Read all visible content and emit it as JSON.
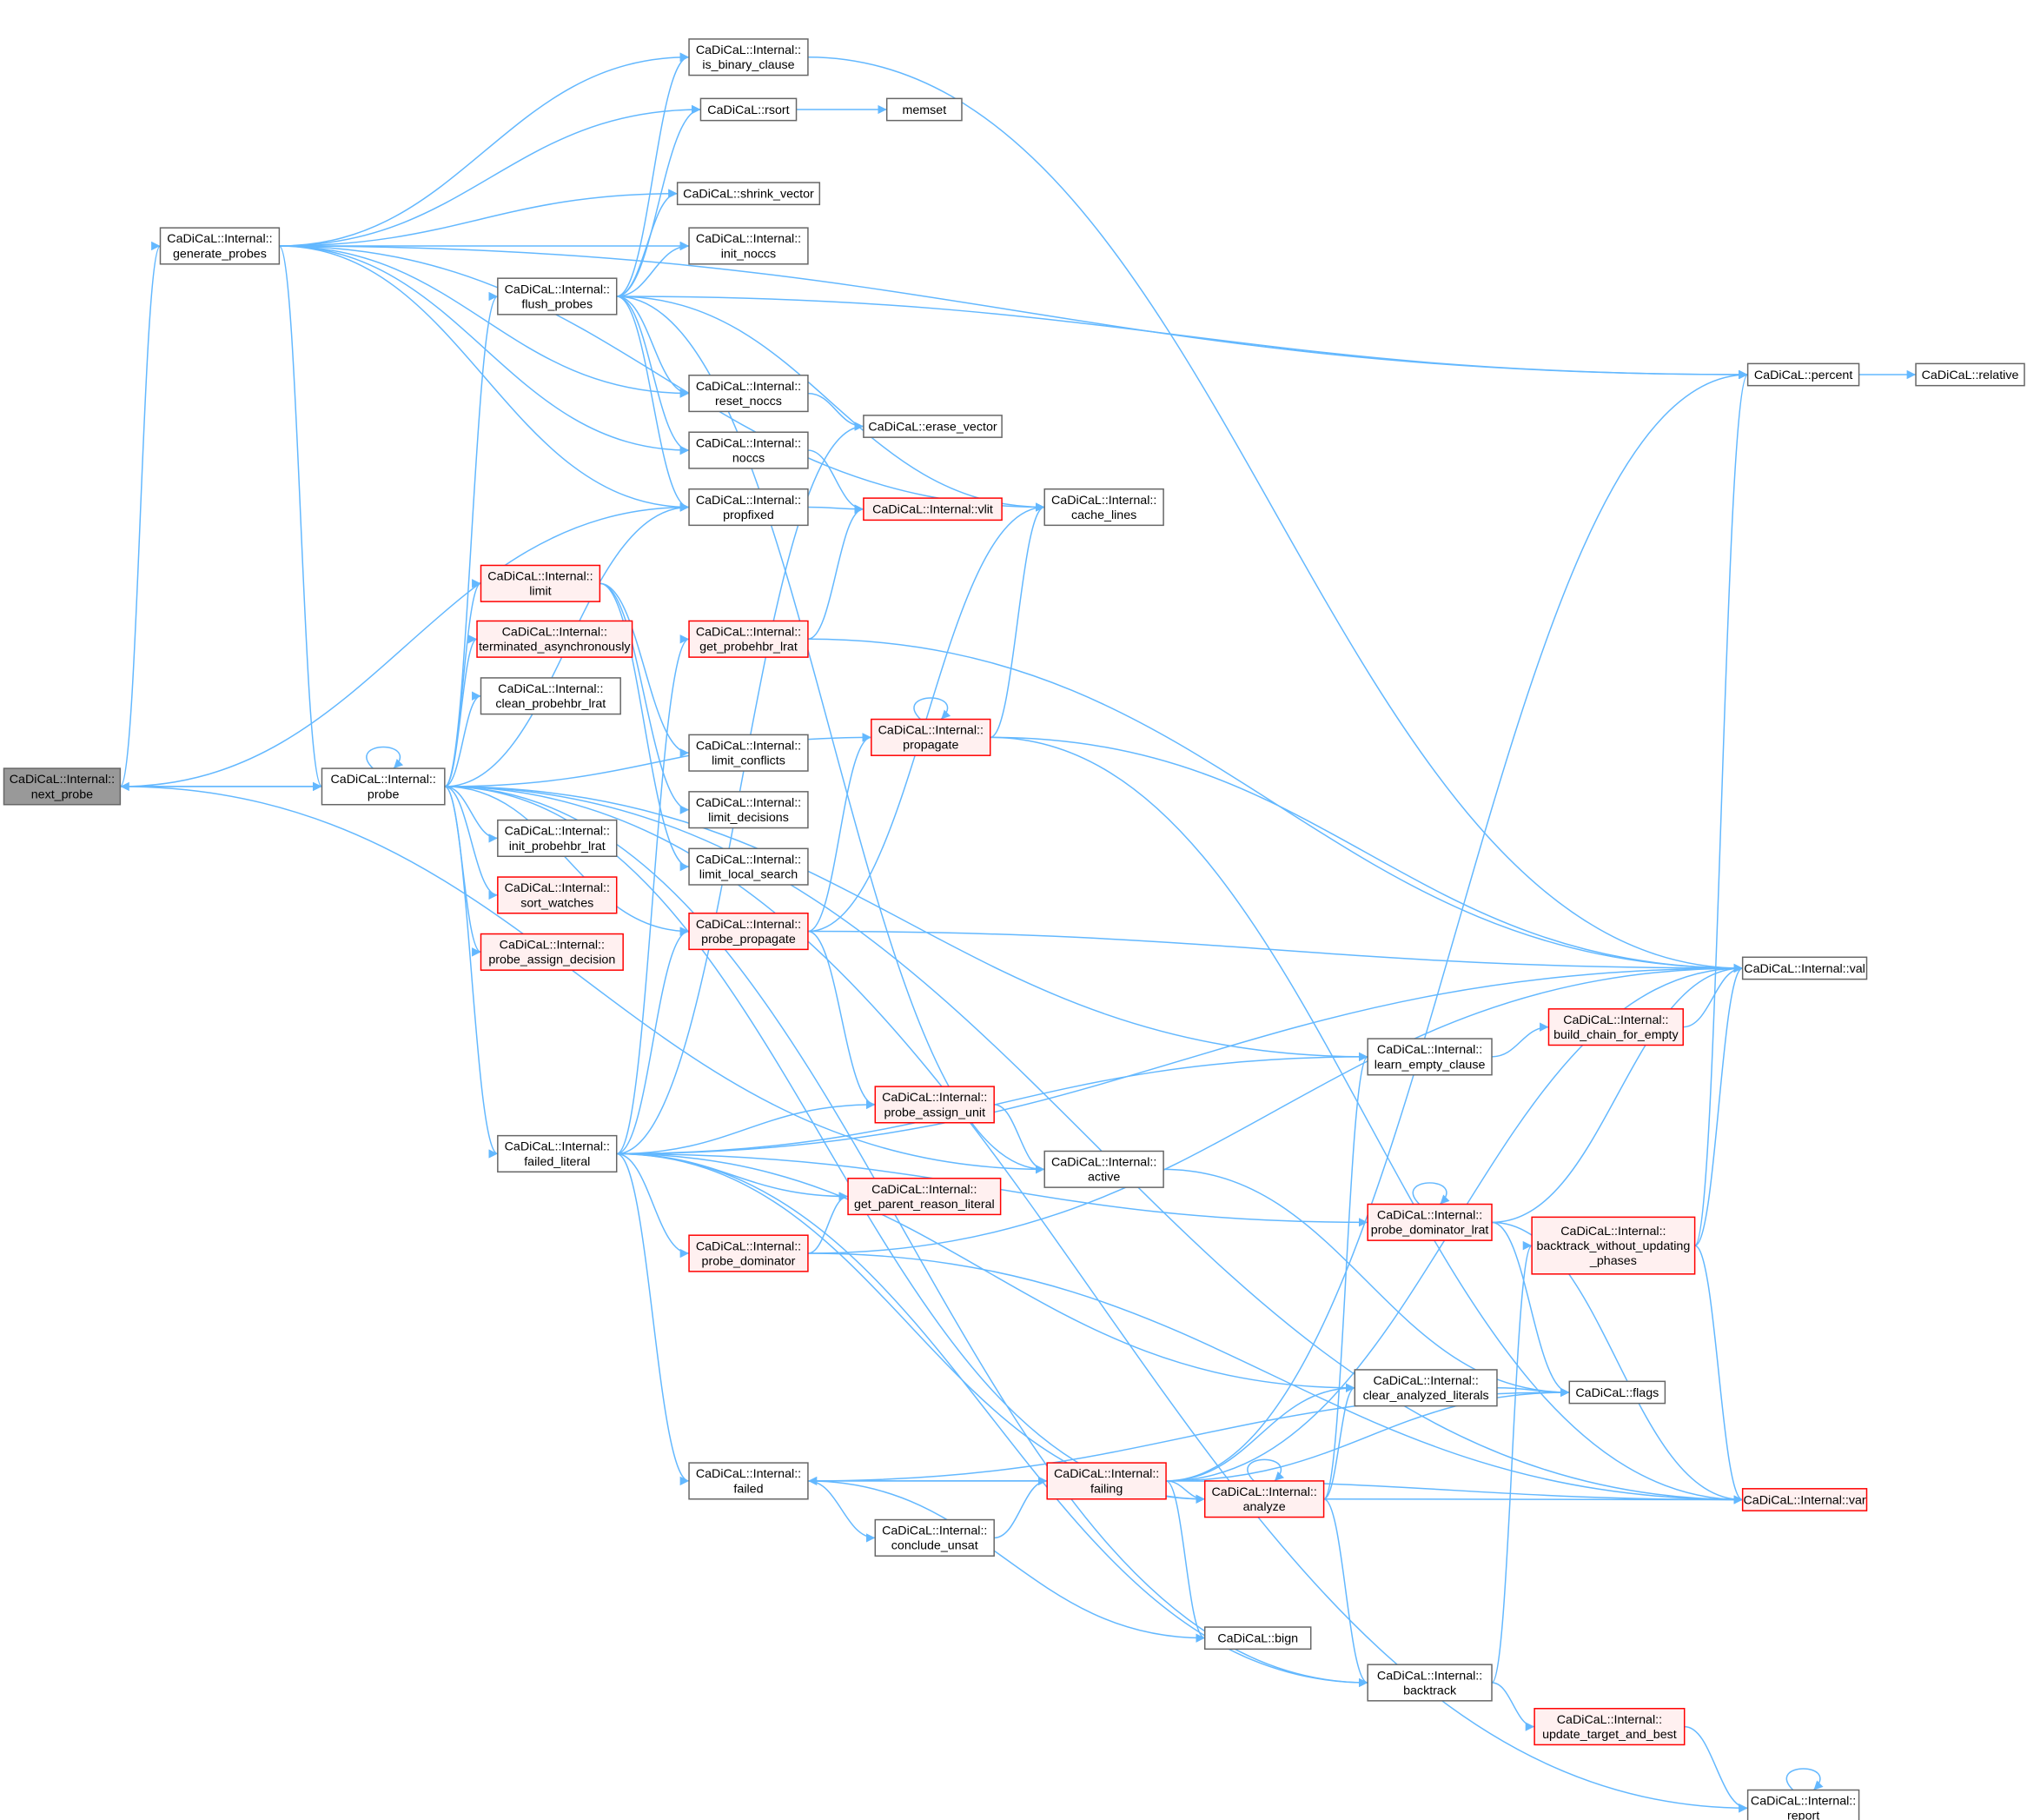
{
  "graph": {
    "title": "Call graph of CaDiCaL::Internal::next_probe",
    "colors": {
      "edge": "#63b8ff",
      "root_fill": "#999999",
      "red_border": "#ff0000",
      "red_fill": "#fff0f0"
    },
    "nodes": [
      {
        "id": "next_probe",
        "lines": [
          "CaDiCaL::Internal::",
          "next_probe"
        ],
        "style": "root"
      },
      {
        "id": "probe",
        "lines": [
          "CaDiCaL::Internal::",
          "probe"
        ],
        "style": "normal"
      },
      {
        "id": "generate_probes",
        "lines": [
          "CaDiCaL::Internal::",
          "generate_probes"
        ],
        "style": "normal"
      },
      {
        "id": "is_binary_clause",
        "lines": [
          "CaDiCaL::Internal::",
          "is_binary_clause"
        ],
        "style": "normal"
      },
      {
        "id": "rsort",
        "lines": [
          "CaDiCaL::rsort"
        ],
        "style": "normal"
      },
      {
        "id": "memset",
        "lines": [
          "memset"
        ],
        "style": "normal"
      },
      {
        "id": "shrink_vector",
        "lines": [
          "CaDiCaL::shrink_vector"
        ],
        "style": "normal"
      },
      {
        "id": "init_noccs",
        "lines": [
          "CaDiCaL::Internal::",
          "init_noccs"
        ],
        "style": "normal"
      },
      {
        "id": "flush_probes",
        "lines": [
          "CaDiCaL::Internal::",
          "flush_probes"
        ],
        "style": "normal"
      },
      {
        "id": "reset_noccs",
        "lines": [
          "CaDiCaL::Internal::",
          "reset_noccs"
        ],
        "style": "normal"
      },
      {
        "id": "erase_vector",
        "lines": [
          "CaDiCaL::erase_vector"
        ],
        "style": "normal"
      },
      {
        "id": "noccs",
        "lines": [
          "CaDiCaL::Internal::",
          "noccs"
        ],
        "style": "normal"
      },
      {
        "id": "propfixed",
        "lines": [
          "CaDiCaL::Internal::",
          "propfixed"
        ],
        "style": "normal"
      },
      {
        "id": "vlit",
        "lines": [
          "CaDiCaL::Internal::vlit"
        ],
        "style": "red"
      },
      {
        "id": "cache_lines",
        "lines": [
          "CaDiCaL::Internal::",
          "cache_lines"
        ],
        "style": "normal"
      },
      {
        "id": "limit",
        "lines": [
          "CaDiCaL::Internal::",
          "limit"
        ],
        "style": "red"
      },
      {
        "id": "terminated_asynchronously",
        "lines": [
          "CaDiCaL::Internal::",
          "terminated_asynchronously"
        ],
        "style": "red"
      },
      {
        "id": "clean_probehbr_lrat",
        "lines": [
          "CaDiCaL::Internal::",
          "clean_probehbr_lrat"
        ],
        "style": "normal"
      },
      {
        "id": "get_probehbr_lrat",
        "lines": [
          "CaDiCaL::Internal::",
          "get_probehbr_lrat"
        ],
        "style": "red"
      },
      {
        "id": "propagate",
        "lines": [
          "CaDiCaL::Internal::",
          "propagate"
        ],
        "style": "red"
      },
      {
        "id": "limit_conflicts",
        "lines": [
          "CaDiCaL::Internal::",
          "limit_conflicts"
        ],
        "style": "normal"
      },
      {
        "id": "limit_decisions",
        "lines": [
          "CaDiCaL::Internal::",
          "limit_decisions"
        ],
        "style": "normal"
      },
      {
        "id": "limit_local_search",
        "lines": [
          "CaDiCaL::Internal::",
          "limit_local_search"
        ],
        "style": "normal"
      },
      {
        "id": "init_probehbr_lrat",
        "lines": [
          "CaDiCaL::Internal::",
          "init_probehbr_lrat"
        ],
        "style": "normal"
      },
      {
        "id": "sort_watches",
        "lines": [
          "CaDiCaL::Internal::",
          "sort_watches"
        ],
        "style": "red"
      },
      {
        "id": "probe_assign_decision",
        "lines": [
          "CaDiCaL::Internal::",
          "probe_assign_decision"
        ],
        "style": "red"
      },
      {
        "id": "probe_propagate",
        "lines": [
          "CaDiCaL::Internal::",
          "probe_propagate"
        ],
        "style": "red"
      },
      {
        "id": "percent",
        "lines": [
          "CaDiCaL::percent"
        ],
        "style": "normal"
      },
      {
        "id": "relative",
        "lines": [
          "CaDiCaL::relative"
        ],
        "style": "normal"
      },
      {
        "id": "val",
        "lines": [
          "CaDiCaL::Internal::val"
        ],
        "style": "normal"
      },
      {
        "id": "build_chain_for_empty",
        "lines": [
          "CaDiCaL::Internal::",
          "build_chain_for_empty"
        ],
        "style": "red"
      },
      {
        "id": "learn_empty_clause",
        "lines": [
          "CaDiCaL::Internal::",
          "learn_empty_clause"
        ],
        "style": "normal"
      },
      {
        "id": "failed_literal",
        "lines": [
          "CaDiCaL::Internal::",
          "failed_literal"
        ],
        "style": "normal"
      },
      {
        "id": "probe_assign_unit",
        "lines": [
          "CaDiCaL::Internal::",
          "probe_assign_unit"
        ],
        "style": "red"
      },
      {
        "id": "active",
        "lines": [
          "CaDiCaL::Internal::",
          "active"
        ],
        "style": "normal"
      },
      {
        "id": "get_parent_reason_literal",
        "lines": [
          "CaDiCaL::Internal::",
          "get_parent_reason_literal"
        ],
        "style": "red"
      },
      {
        "id": "probe_dominator",
        "lines": [
          "CaDiCaL::Internal::",
          "probe_dominator"
        ],
        "style": "red"
      },
      {
        "id": "probe_dominator_lrat",
        "lines": [
          "CaDiCaL::Internal::",
          "probe_dominator_lrat"
        ],
        "style": "red"
      },
      {
        "id": "backtrack_without_updating_phases",
        "lines": [
          "CaDiCaL::Internal::",
          "backtrack_without_updating",
          "_phases"
        ],
        "style": "red"
      },
      {
        "id": "clear_analyzed_literals",
        "lines": [
          "CaDiCaL::Internal::",
          "clear_analyzed_literals"
        ],
        "style": "normal"
      },
      {
        "id": "flags",
        "lines": [
          "CaDiCaL::flags"
        ],
        "style": "normal"
      },
      {
        "id": "failed",
        "lines": [
          "CaDiCaL::Internal::",
          "failed"
        ],
        "style": "normal"
      },
      {
        "id": "failing",
        "lines": [
          "CaDiCaL::Internal::",
          "failing"
        ],
        "style": "red"
      },
      {
        "id": "analyze",
        "lines": [
          "CaDiCaL::Internal::",
          "analyze"
        ],
        "style": "red"
      },
      {
        "id": "var",
        "lines": [
          "CaDiCaL::Internal::var"
        ],
        "style": "red"
      },
      {
        "id": "conclude_unsat",
        "lines": [
          "CaDiCaL::Internal::",
          "conclude_unsat"
        ],
        "style": "normal"
      },
      {
        "id": "bign",
        "lines": [
          "CaDiCaL::bign"
        ],
        "style": "normal"
      },
      {
        "id": "backtrack",
        "lines": [
          "CaDiCaL::Internal::",
          "backtrack"
        ],
        "style": "normal"
      },
      {
        "id": "update_target_and_best",
        "lines": [
          "CaDiCaL::Internal::",
          "update_target_and_best"
        ],
        "style": "red"
      },
      {
        "id": "report",
        "lines": [
          "CaDiCaL::Internal::",
          "report"
        ],
        "style": "normal"
      }
    ],
    "edges": [
      [
        "next_probe",
        "generate_probes"
      ],
      [
        "next_probe",
        "propfixed"
      ],
      [
        "next_probe",
        "probe"
      ],
      [
        "next_probe",
        "active"
      ],
      [
        "probe",
        "next_probe"
      ],
      [
        "probe",
        "probe"
      ],
      [
        "probe",
        "flush_probes"
      ],
      [
        "probe",
        "propfixed"
      ],
      [
        "probe",
        "limit"
      ],
      [
        "probe",
        "terminated_asynchronously"
      ],
      [
        "probe",
        "clean_probehbr_lrat"
      ],
      [
        "probe",
        "init_probehbr_lrat"
      ],
      [
        "probe",
        "sort_watches"
      ],
      [
        "probe",
        "probe_assign_decision"
      ],
      [
        "probe",
        "probe_propagate"
      ],
      [
        "probe",
        "propagate"
      ],
      [
        "probe",
        "failed_literal"
      ],
      [
        "probe",
        "learn_empty_clause"
      ],
      [
        "probe",
        "backtrack"
      ],
      [
        "probe",
        "report"
      ],
      [
        "probe",
        "var"
      ],
      [
        "probe",
        "analyze"
      ],
      [
        "generate_probes",
        "is_binary_clause"
      ],
      [
        "generate_probes",
        "rsort"
      ],
      [
        "generate_probes",
        "shrink_vector"
      ],
      [
        "generate_probes",
        "init_noccs"
      ],
      [
        "generate_probes",
        "reset_noccs"
      ],
      [
        "generate_probes",
        "noccs"
      ],
      [
        "generate_probes",
        "propfixed"
      ],
      [
        "generate_probes",
        "cache_lines"
      ],
      [
        "generate_probes",
        "percent"
      ],
      [
        "generate_probes",
        "probe"
      ],
      [
        "flush_probes",
        "is_binary_clause"
      ],
      [
        "flush_probes",
        "rsort"
      ],
      [
        "flush_probes",
        "shrink_vector"
      ],
      [
        "flush_probes",
        "init_noccs"
      ],
      [
        "flush_probes",
        "reset_noccs"
      ],
      [
        "flush_probes",
        "noccs"
      ],
      [
        "flush_probes",
        "propfixed"
      ],
      [
        "flush_probes",
        "cache_lines"
      ],
      [
        "flush_probes",
        "percent"
      ],
      [
        "flush_probes",
        "active"
      ],
      [
        "rsort",
        "memset"
      ],
      [
        "is_binary_clause",
        "val"
      ],
      [
        "reset_noccs",
        "erase_vector"
      ],
      [
        "noccs",
        "vlit"
      ],
      [
        "propfixed",
        "vlit"
      ],
      [
        "limit",
        "limit_conflicts"
      ],
      [
        "limit",
        "limit_decisions"
      ],
      [
        "limit",
        "limit_local_search"
      ],
      [
        "get_probehbr_lrat",
        "vlit"
      ],
      [
        "get_probehbr_lrat",
        "val"
      ],
      [
        "propagate",
        "propagate"
      ],
      [
        "propagate",
        "cache_lines"
      ],
      [
        "propagate",
        "val"
      ],
      [
        "propagate",
        "var"
      ],
      [
        "probe_propagate",
        "propagate"
      ],
      [
        "probe_propagate",
        "cache_lines"
      ],
      [
        "probe_propagate",
        "val"
      ],
      [
        "probe_propagate",
        "probe_assign_unit"
      ],
      [
        "failed_literal",
        "erase_vector"
      ],
      [
        "failed_literal",
        "get_probehbr_lrat"
      ],
      [
        "failed_literal",
        "probe_propagate"
      ],
      [
        "failed_literal",
        "val"
      ],
      [
        "failed_literal",
        "learn_empty_clause"
      ],
      [
        "failed_literal",
        "probe_assign_unit"
      ],
      [
        "failed_literal",
        "get_parent_reason_literal"
      ],
      [
        "failed_literal",
        "probe_dominator"
      ],
      [
        "failed_literal",
        "probe_dominator_lrat"
      ],
      [
        "failed_literal",
        "clear_analyzed_literals"
      ],
      [
        "failed_literal",
        "failed"
      ],
      [
        "failed_literal",
        "backtrack"
      ],
      [
        "failed_literal",
        "analyze"
      ],
      [
        "percent",
        "relative"
      ],
      [
        "learn_empty_clause",
        "build_chain_for_empty"
      ],
      [
        "build_chain_for_empty",
        "val"
      ],
      [
        "probe_assign_unit",
        "active"
      ],
      [
        "active",
        "flags"
      ],
      [
        "probe_dominator",
        "get_parent_reason_literal"
      ],
      [
        "probe_dominator",
        "val"
      ],
      [
        "probe_dominator",
        "var"
      ],
      [
        "probe_dominator_lrat",
        "probe_dominator_lrat"
      ],
      [
        "probe_dominator_lrat",
        "val"
      ],
      [
        "probe_dominator_lrat",
        "flags"
      ],
      [
        "probe_dominator_lrat",
        "var"
      ],
      [
        "backtrack_without_updating_phases",
        "percent"
      ],
      [
        "backtrack_without_updating_phases",
        "val"
      ],
      [
        "backtrack_without_updating_phases",
        "var"
      ],
      [
        "clear_analyzed_literals",
        "flags"
      ],
      [
        "failed",
        "failing"
      ],
      [
        "failed",
        "conclude_unsat"
      ],
      [
        "failed",
        "bign"
      ],
      [
        "failed",
        "flags"
      ],
      [
        "failing",
        "failed"
      ],
      [
        "failing",
        "percent"
      ],
      [
        "failing",
        "clear_analyzed_literals"
      ],
      [
        "failing",
        "flags"
      ],
      [
        "failing",
        "analyze"
      ],
      [
        "failing",
        "var"
      ],
      [
        "failing",
        "bign"
      ],
      [
        "failing",
        "val"
      ],
      [
        "analyze",
        "analyze"
      ],
      [
        "analyze",
        "learn_empty_clause"
      ],
      [
        "analyze",
        "clear_analyzed_literals"
      ],
      [
        "analyze",
        "var"
      ],
      [
        "analyze",
        "backtrack"
      ],
      [
        "conclude_unsat",
        "failing"
      ],
      [
        "backtrack",
        "backtrack_without_updating_phases"
      ],
      [
        "backtrack",
        "update_target_and_best"
      ],
      [
        "update_target_and_best",
        "report"
      ],
      [
        "report",
        "report"
      ]
    ]
  }
}
